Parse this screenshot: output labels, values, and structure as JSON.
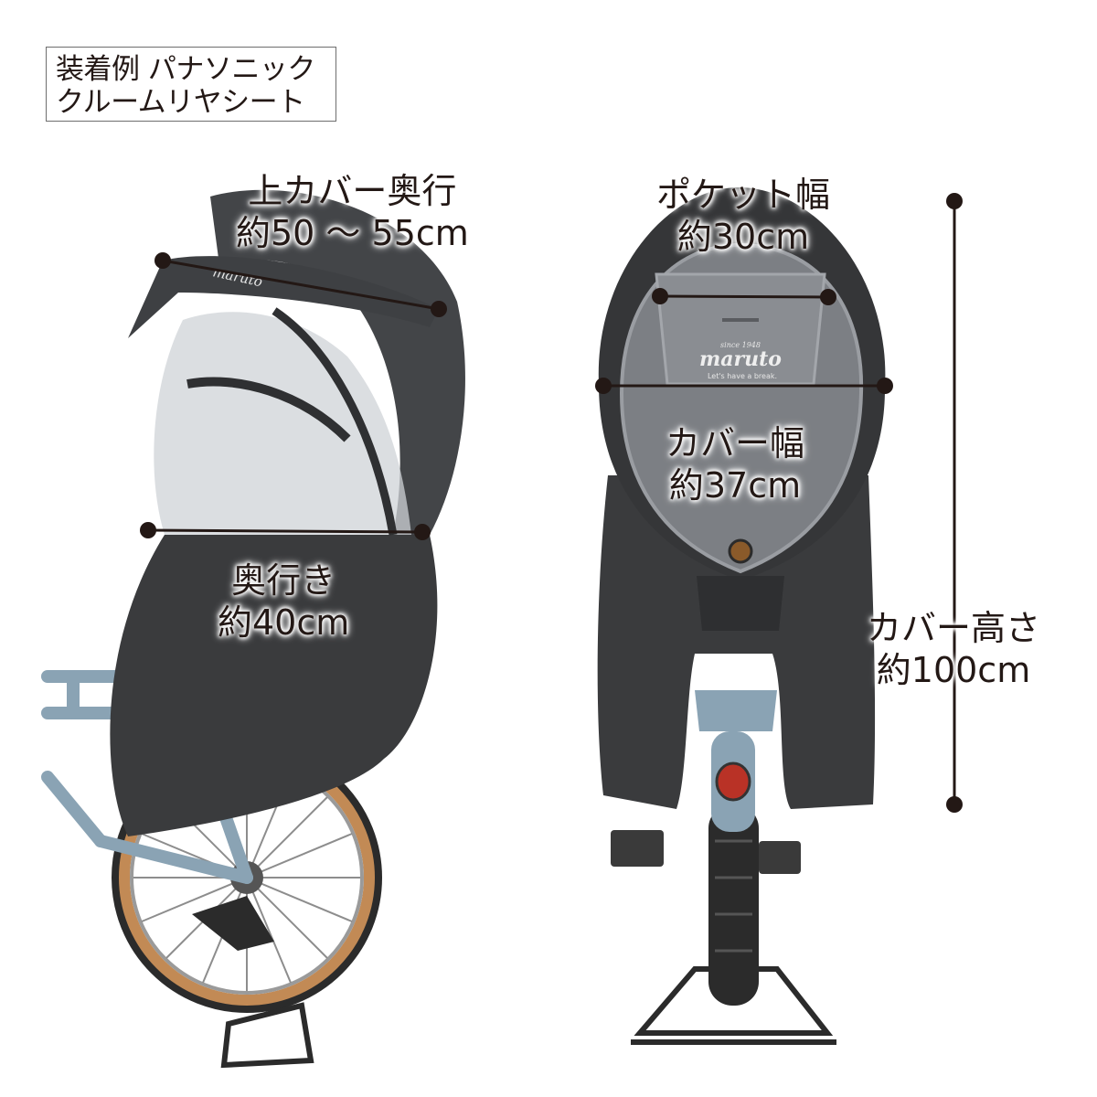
{
  "note": {
    "line1": "装着例 パナソニック",
    "line2": "クルームリヤシート"
  },
  "brand": {
    "side": "maruto",
    "front": "maruto",
    "front_tagline": "Let's have a break.",
    "front_since": "since 1948"
  },
  "dimensions": {
    "top_depth": {
      "name": "上カバー奥行",
      "value": "約50 ～ 55cm"
    },
    "pocket_width": {
      "name": "ポケット幅",
      "value": "約30cm"
    },
    "depth": {
      "name": "奥行き",
      "value": "約40cm"
    },
    "cover_width": {
      "name": "カバー幅",
      "value": "約37cm"
    },
    "cover_height": {
      "name": "カバー高さ",
      "value": "約100cm"
    }
  },
  "colors": {
    "cover": "#3a3b3d",
    "cover_panel": "#7c7f84",
    "bike_frame": "#8aa3b4",
    "tire_wall": "#c28a55",
    "marker": "#231815"
  }
}
